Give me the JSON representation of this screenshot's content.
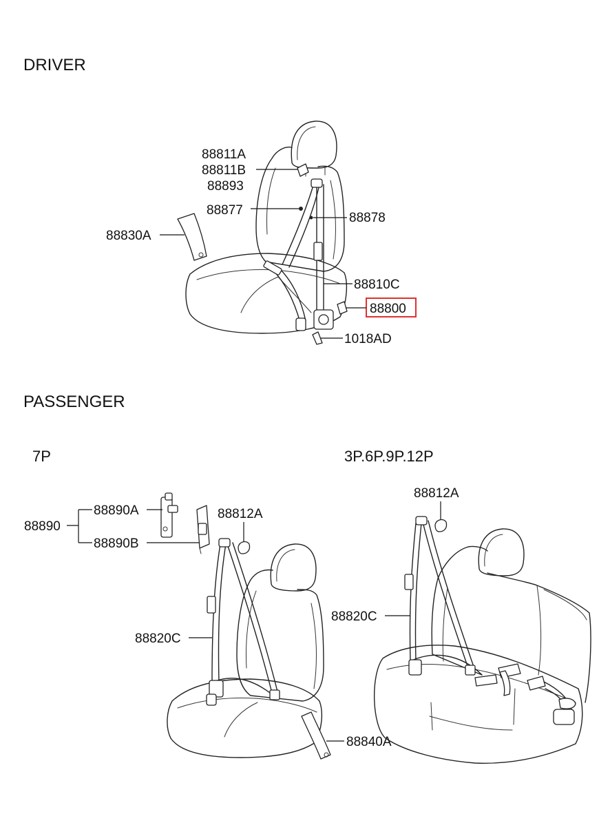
{
  "sections": {
    "driver": "DRIVER",
    "passenger": "PASSENGER",
    "variant_left": "7P",
    "variant_right": "3P.6P.9P.12P"
  },
  "labels": {
    "p88811a": "88811A",
    "p88811b": "88811B",
    "p88893": "88893",
    "p88877": "88877",
    "p88878": "88878",
    "p88830a": "88830A",
    "p88810c": "88810C",
    "p88800": "88800",
    "p1018ad": "1018AD",
    "p88890": "88890",
    "p88890a": "88890A",
    "p88890b": "88890B",
    "p88812a_left": "88812A",
    "p88820c_left": "88820C",
    "p88840a": "88840A",
    "p88812a_right": "88812A",
    "p88820c_right": "88820C"
  },
  "highlight_color": "#e0302e"
}
